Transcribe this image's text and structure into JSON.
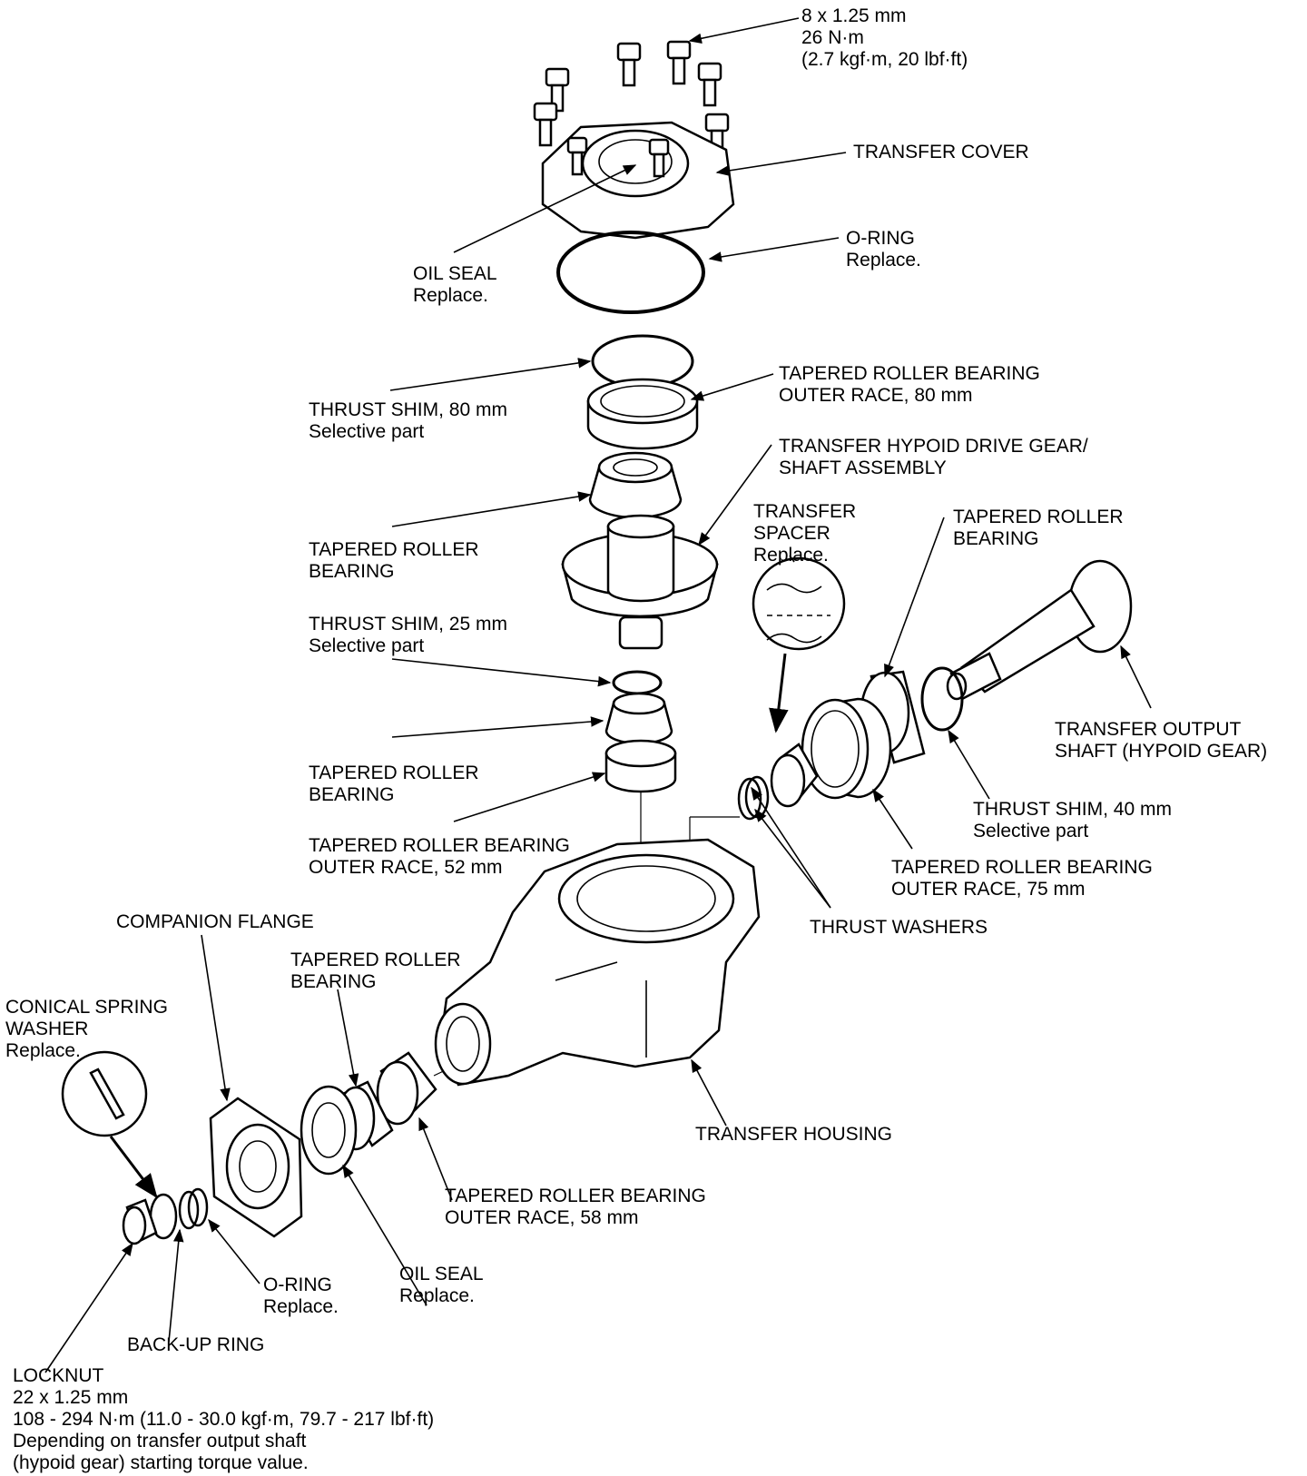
{
  "labels": {
    "bolts": [
      "8 x 1.25 mm",
      "26 N·m",
      "(2.7 kgf·m, 20 lbf·ft)"
    ],
    "transfer_cover": [
      "TRANSFER COVER"
    ],
    "o_ring_top": [
      "O-RING",
      "Replace."
    ],
    "oil_seal_top": [
      "OIL SEAL",
      "Replace."
    ],
    "outer_race_80": [
      "TAPERED ROLLER BEARING",
      "OUTER RACE, 80 mm"
    ],
    "thrust_shim_80": [
      "THRUST SHIM, 80 mm",
      "Selective part"
    ],
    "hypoid_drive_gear": [
      "TRANSFER HYPOID DRIVE GEAR/",
      "SHAFT ASSEMBLY"
    ],
    "bearing_upper": [
      "TAPERED ROLLER",
      "BEARING"
    ],
    "transfer_spacer": [
      "TRANSFER",
      "SPACER",
      "Replace."
    ],
    "bearing_right": [
      "TAPERED ROLLER",
      "BEARING"
    ],
    "thrust_shim_25": [
      "THRUST SHIM, 25 mm",
      "Selective part"
    ],
    "output_shaft": [
      "TRANSFER OUTPUT",
      "SHAFT (HYPOID GEAR)"
    ],
    "bearing_mid": [
      "TAPERED ROLLER",
      "BEARING"
    ],
    "thrust_shim_40": [
      "THRUST SHIM, 40 mm",
      "Selective part"
    ],
    "outer_race_52": [
      "TAPERED ROLLER BEARING",
      "OUTER RACE, 52 mm"
    ],
    "outer_race_75": [
      "TAPERED ROLLER BEARING",
      "OUTER RACE, 75 mm"
    ],
    "companion_flange": [
      "COMPANION FLANGE"
    ],
    "thrust_washers": [
      "THRUST WASHERS"
    ],
    "bearing_lower": [
      "TAPERED ROLLER",
      "BEARING"
    ],
    "conical_spring_washer": [
      "CONICAL SPRING",
      "WASHER",
      "Replace."
    ],
    "transfer_housing": [
      "TRANSFER HOUSING"
    ],
    "outer_race_58": [
      "TAPERED ROLLER BEARING",
      "OUTER RACE, 58 mm"
    ],
    "o_ring_bottom": [
      "O-RING",
      "Replace."
    ],
    "oil_seal_bottom": [
      "OIL SEAL",
      "Replace."
    ],
    "backup_ring": [
      "BACK-UP RING"
    ],
    "locknut": [
      "LOCKNUT",
      "22 x 1.25 mm",
      "108 - 294 N·m (11.0 - 30.0 kgf·m, 79.7 - 217 lbf·ft)",
      "Depending on transfer output shaft",
      "(hypoid gear) starting torque value."
    ]
  }
}
